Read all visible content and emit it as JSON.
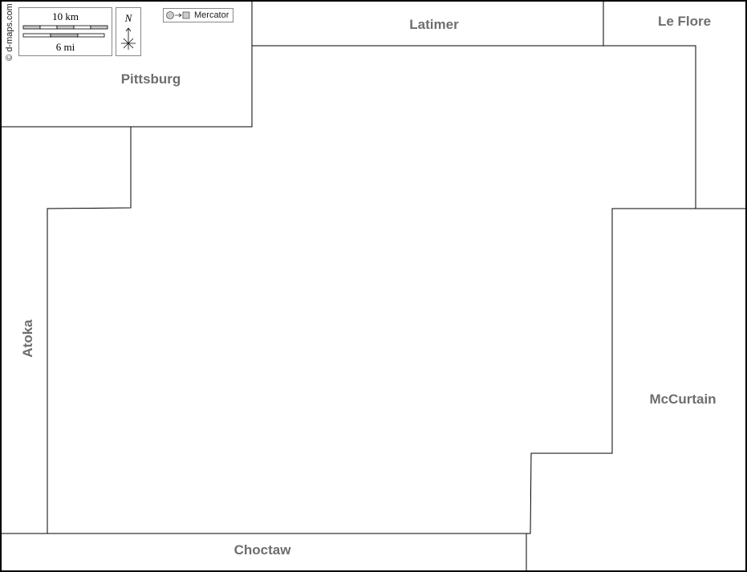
{
  "credit": "© d-maps.com",
  "scale": {
    "km_label": "10 km",
    "mi_label": "6 mi"
  },
  "north_label": "N",
  "projection": "Mercator",
  "counties": {
    "pittsburg": "Pittsburg",
    "latimer": "Latimer",
    "le_flore": "Le Flore",
    "atoka": "Atoka",
    "mccurtain": "McCurtain",
    "choctaw": "Choctaw"
  }
}
